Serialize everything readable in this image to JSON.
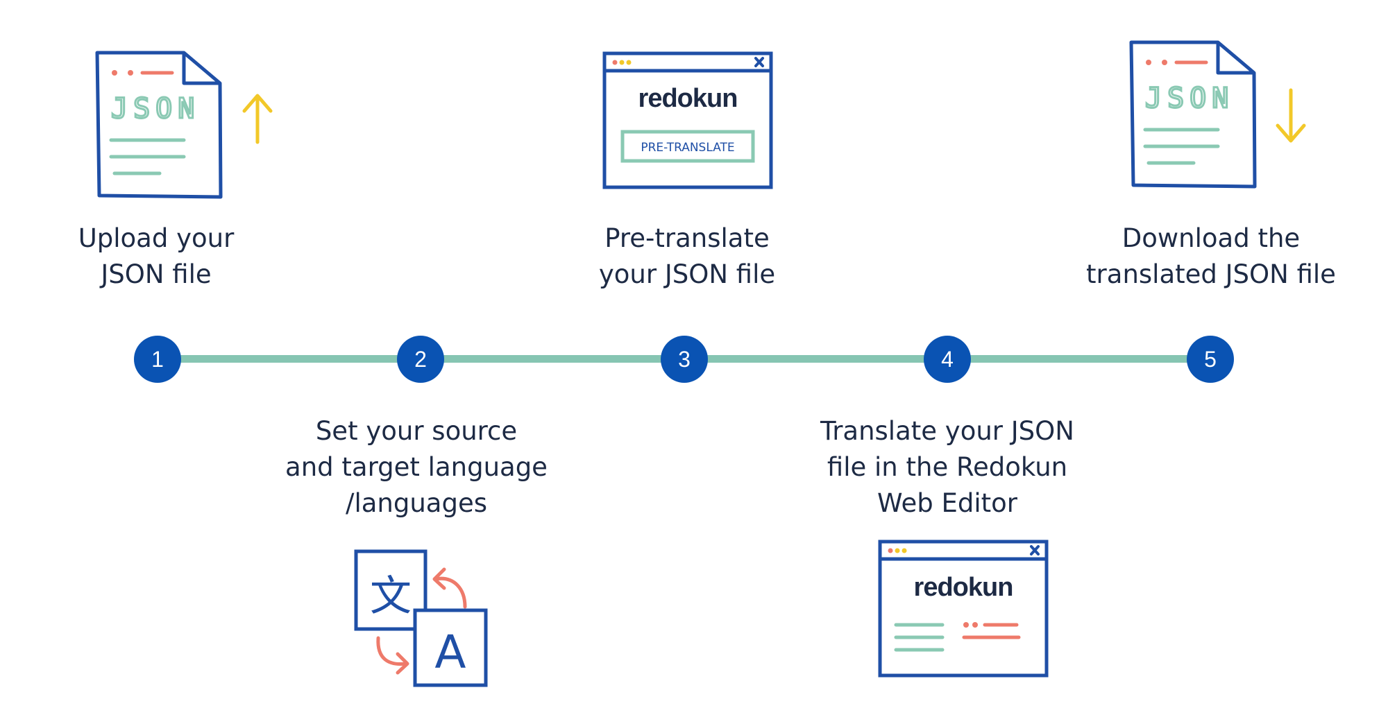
{
  "steps": [
    {
      "number": "1",
      "line1": "Upload your",
      "line2": "JSON file",
      "line3": ""
    },
    {
      "number": "2",
      "line1": "Set your source",
      "line2": "and target language",
      "line3": "/languages"
    },
    {
      "number": "3",
      "line1": "Pre-translate",
      "line2": "your JSON file",
      "line3": ""
    },
    {
      "number": "4",
      "line1": "Translate your JSON",
      "line2": "file in the Redokun",
      "line3": "Web Editor"
    },
    {
      "number": "5",
      "line1": "Download the",
      "line2": "translated JSON file",
      "line3": ""
    }
  ],
  "illustrations": {
    "upload_doc_label": "JSON",
    "download_doc_label": "JSON",
    "pretranslate_brand": "redokun",
    "pretranslate_button": "PRE-TRANSLATE",
    "editor_brand": "redokun",
    "translate_glyph_source": "文",
    "translate_glyph_target": "A"
  },
  "colors": {
    "ink_blue": "#1f4fa6",
    "step_blue": "#0a53b3",
    "track_green": "#86c5b2",
    "mint": "#8ac9b3",
    "coral": "#ee7a6a",
    "yellow": "#f2c829",
    "text_dark": "#1d2a44"
  }
}
